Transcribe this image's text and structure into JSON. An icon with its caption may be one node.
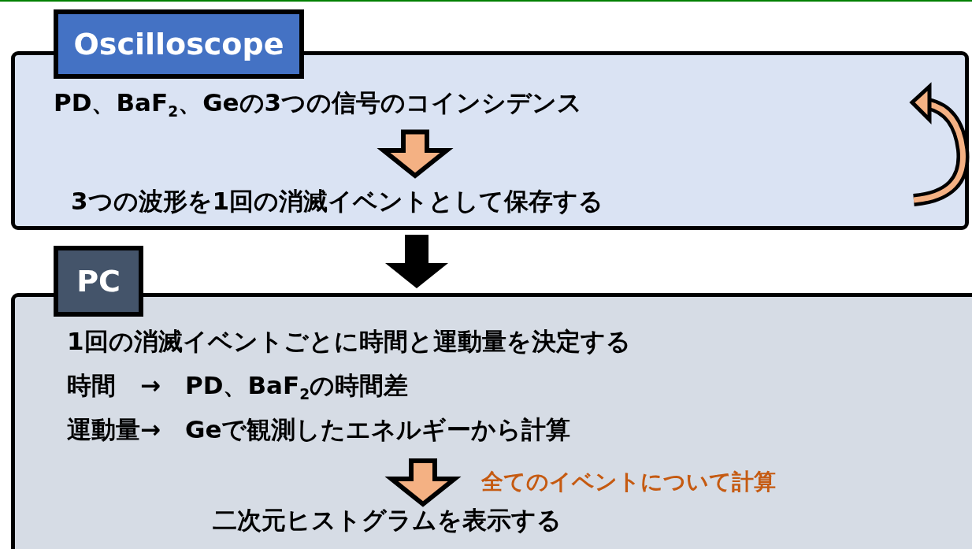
{
  "diagram": {
    "nodes": [
      {
        "text": [
          "Oscilloscope"
        ]
      },
      {
        "text": [
          "PD、BaF$_{2}$、Geの3つの信号のコインシデンス"
        ],
        "in": 0
      },
      {
        "text": [
          "3つの波形を1回の消滅イベントとして保存する"
        ],
        "in": 0
      },
      {
        "text": [
          "PC"
        ]
      },
      {
        "text": [
          "1回の消滅イベントごとに時間と運動量を決定する",
          "時間　→　PD、BaF$_{2}$の時間差",
          "運動量→　Geで観測したエネルギーから計算"
        ],
        "in": 3
      },
      {
        "text": [
          "二次元ヒストグラムを表示する"
        ],
        "in": 3
      }
    ],
    "edges": [
      {
        "from": 1,
        "to": 2,
        "arrow": "to"
      },
      {
        "from": 0,
        "to": 3,
        "arrow": "to",
        "color": "#000000"
      },
      {
        "from": 4,
        "to": 5,
        "arrow": "to",
        "label": "全てのイベントについて計算"
      }
    ]
  }
}
